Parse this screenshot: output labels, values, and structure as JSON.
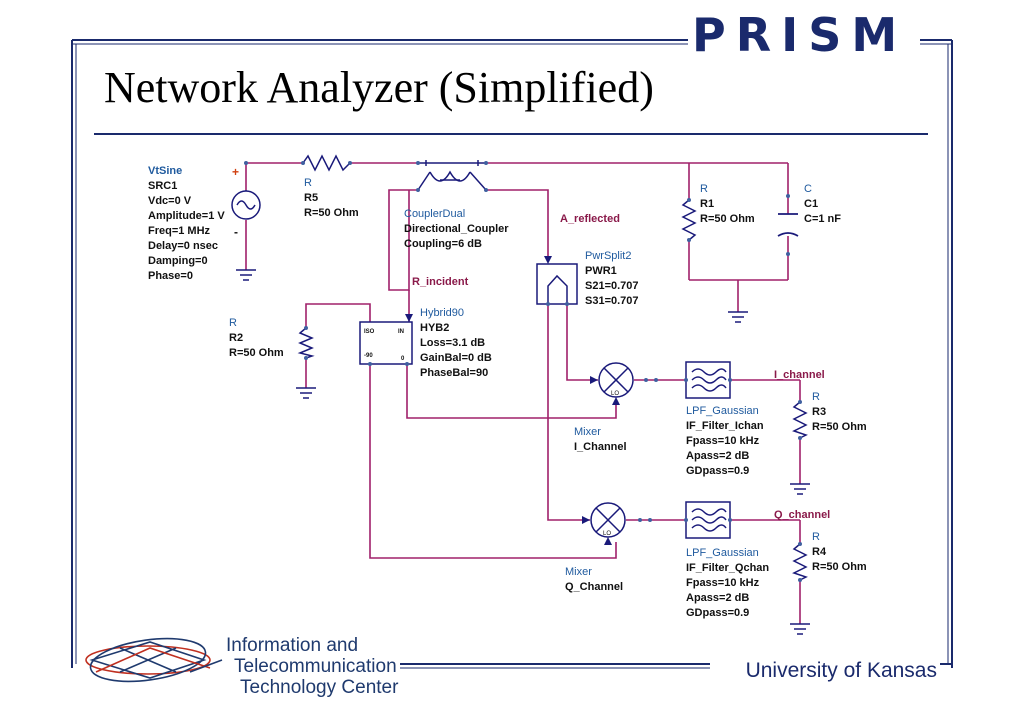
{
  "slide": {
    "title": "Network Analyzer (Simplified)",
    "brand": "PRISM",
    "footer_right": "University of Kansas",
    "logo_lines": [
      "Information and",
      "Telecommunication",
      "Technology Center"
    ]
  },
  "components": {
    "vtsine": [
      "VtSine",
      "SRC1",
      "Vdc=0 V",
      "Amplitude=1 V",
      "Freq=1 MHz",
      "Delay=0 nsec",
      "Damping=0",
      "Phase=0"
    ],
    "r5": [
      "R",
      "R5",
      "R=50 Ohm"
    ],
    "coupler": [
      "CouplerDual",
      "Directional_Coupler",
      "Coupling=6 dB"
    ],
    "r1": [
      "R",
      "R1",
      "R=50 Ohm"
    ],
    "c1": [
      "C",
      "C1",
      "C=1 nF"
    ],
    "pwrsplit": [
      "PwrSplit2",
      "PWR1",
      "S21=0.707",
      "S31=0.707"
    ],
    "r2": [
      "R",
      "R2",
      "R=50 Ohm"
    ],
    "hybrid": [
      "Hybrid90",
      "HYB2",
      "Loss=3.1 dB",
      "GainBal=0 dB",
      "PhaseBal=90"
    ],
    "mixer_i": [
      "Mixer",
      "I_Channel"
    ],
    "mixer_q": [
      "Mixer",
      "Q_Channel"
    ],
    "lpf_i": [
      "LPF_Gaussian",
      "IF_Filter_Ichan",
      "Fpass=10 kHz",
      "Apass=2 dB",
      "GDpass=0.9"
    ],
    "lpf_q": [
      "LPF_Gaussian",
      "IF_Filter_Qchan",
      "Fpass=10 kHz",
      "Apass=2 dB",
      "GDpass=0.9"
    ],
    "r3": [
      "R",
      "R3",
      "R=50 Ohm"
    ],
    "r4": [
      "R",
      "R4",
      "R=50 Ohm"
    ]
  },
  "nets": {
    "a_reflected": "A_reflected",
    "r_incident": "R_incident",
    "i_channel": "I_channel",
    "q_channel": "Q_channel"
  },
  "pins": {
    "lo": "LO",
    "iso": "ISO",
    "in": "IN",
    "p90": "-90",
    "p0": "0",
    "plus": "+",
    "minus": "-"
  },
  "colors": {
    "wire": "#a0206a",
    "component": "#1a1a7a",
    "label_blue": "#1f5a9e",
    "frame": "#1a2a6c"
  }
}
